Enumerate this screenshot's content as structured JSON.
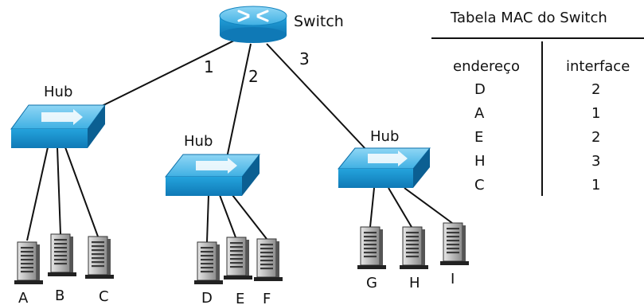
{
  "switch": {
    "label": "Switch"
  },
  "ports": [
    "1",
    "2",
    "3"
  ],
  "hubs": [
    {
      "label": "Hub"
    },
    {
      "label": "Hub"
    },
    {
      "label": "Hub"
    }
  ],
  "hosts": [
    "A",
    "B",
    "C",
    "D",
    "E",
    "F",
    "G",
    "H",
    "I"
  ],
  "mac_table": {
    "title": "Tabela MAC do Switch",
    "headers": [
      "endereço",
      "interface"
    ],
    "rows": [
      {
        "address": "D",
        "interface": "2"
      },
      {
        "address": "A",
        "interface": "1"
      },
      {
        "address": "E",
        "interface": "2"
      },
      {
        "address": "H",
        "interface": "3"
      },
      {
        "address": "C",
        "interface": "1"
      }
    ]
  },
  "colors": {
    "device_blue": "#1f9bd6",
    "device_top": "#5cc2ee",
    "device_dark": "#0d6fa8",
    "line": "#111111"
  }
}
